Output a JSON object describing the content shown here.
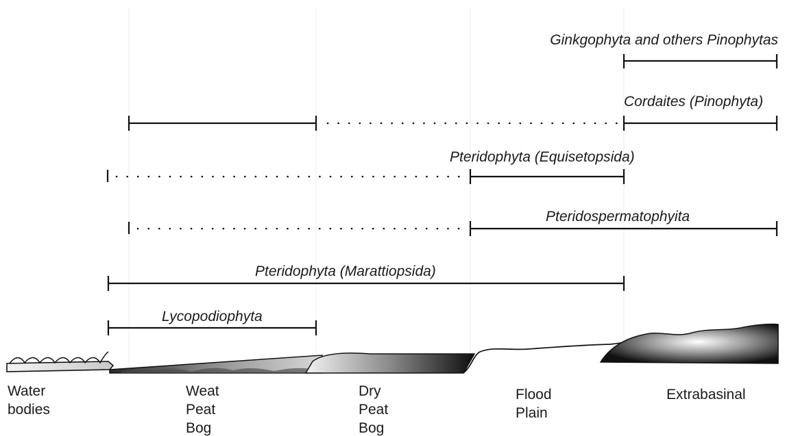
{
  "taxa": [
    {
      "label": "Ginkgophyta and others Pinophytas"
    },
    {
      "label": "Cordaites (Pinophyta)"
    },
    {
      "label": "Pteridophyta (Equisetopsida)"
    },
    {
      "label": "Pteridospermatophyita"
    },
    {
      "label": "Pteridophyta (Marattiopsida)"
    },
    {
      "label": "Lycopodiophyta"
    }
  ],
  "environments": [
    {
      "lines": [
        "Water",
        "bodies"
      ]
    },
    {
      "lines": [
        "Weat",
        "Peat",
        "Bog"
      ]
    },
    {
      "lines": [
        "Dry",
        "Peat",
        "Bog"
      ]
    },
    {
      "lines": [
        "Flood",
        "Plain"
      ]
    },
    {
      "lines": [
        "Extrabasinal"
      ]
    }
  ]
}
